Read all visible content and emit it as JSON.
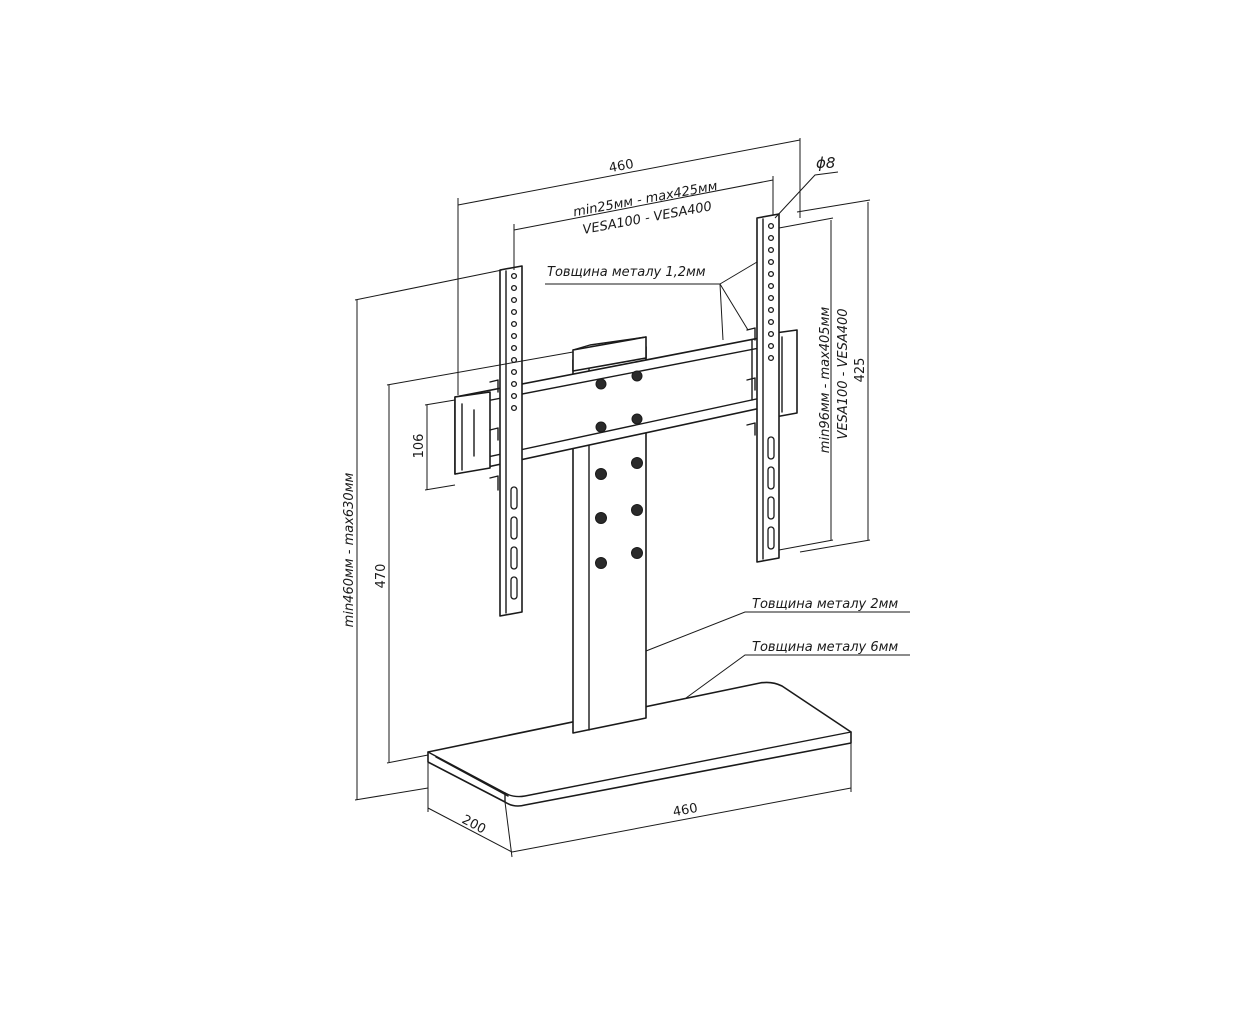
{
  "labels": {
    "top_width": "460",
    "vesa_horizontal_range": "min25мм - max425мм",
    "vesa_horizontal": "VESA100 - VESA400",
    "diameter": "ϕ8",
    "metal_thickness_bracket": "Товщина металу 1,2мм",
    "vertical_range_right": "min96мм - max405мм",
    "vesa_vertical": "VESA100 - VESA400",
    "right_height": "425",
    "arm_height": "106",
    "height_range": "min460мм - max630мм",
    "height_470": "470",
    "metal_thickness_column": "Товщина металу 2мм",
    "metal_thickness_base": "Товщина металу 6мм",
    "base_depth": "200",
    "base_width": "460"
  }
}
